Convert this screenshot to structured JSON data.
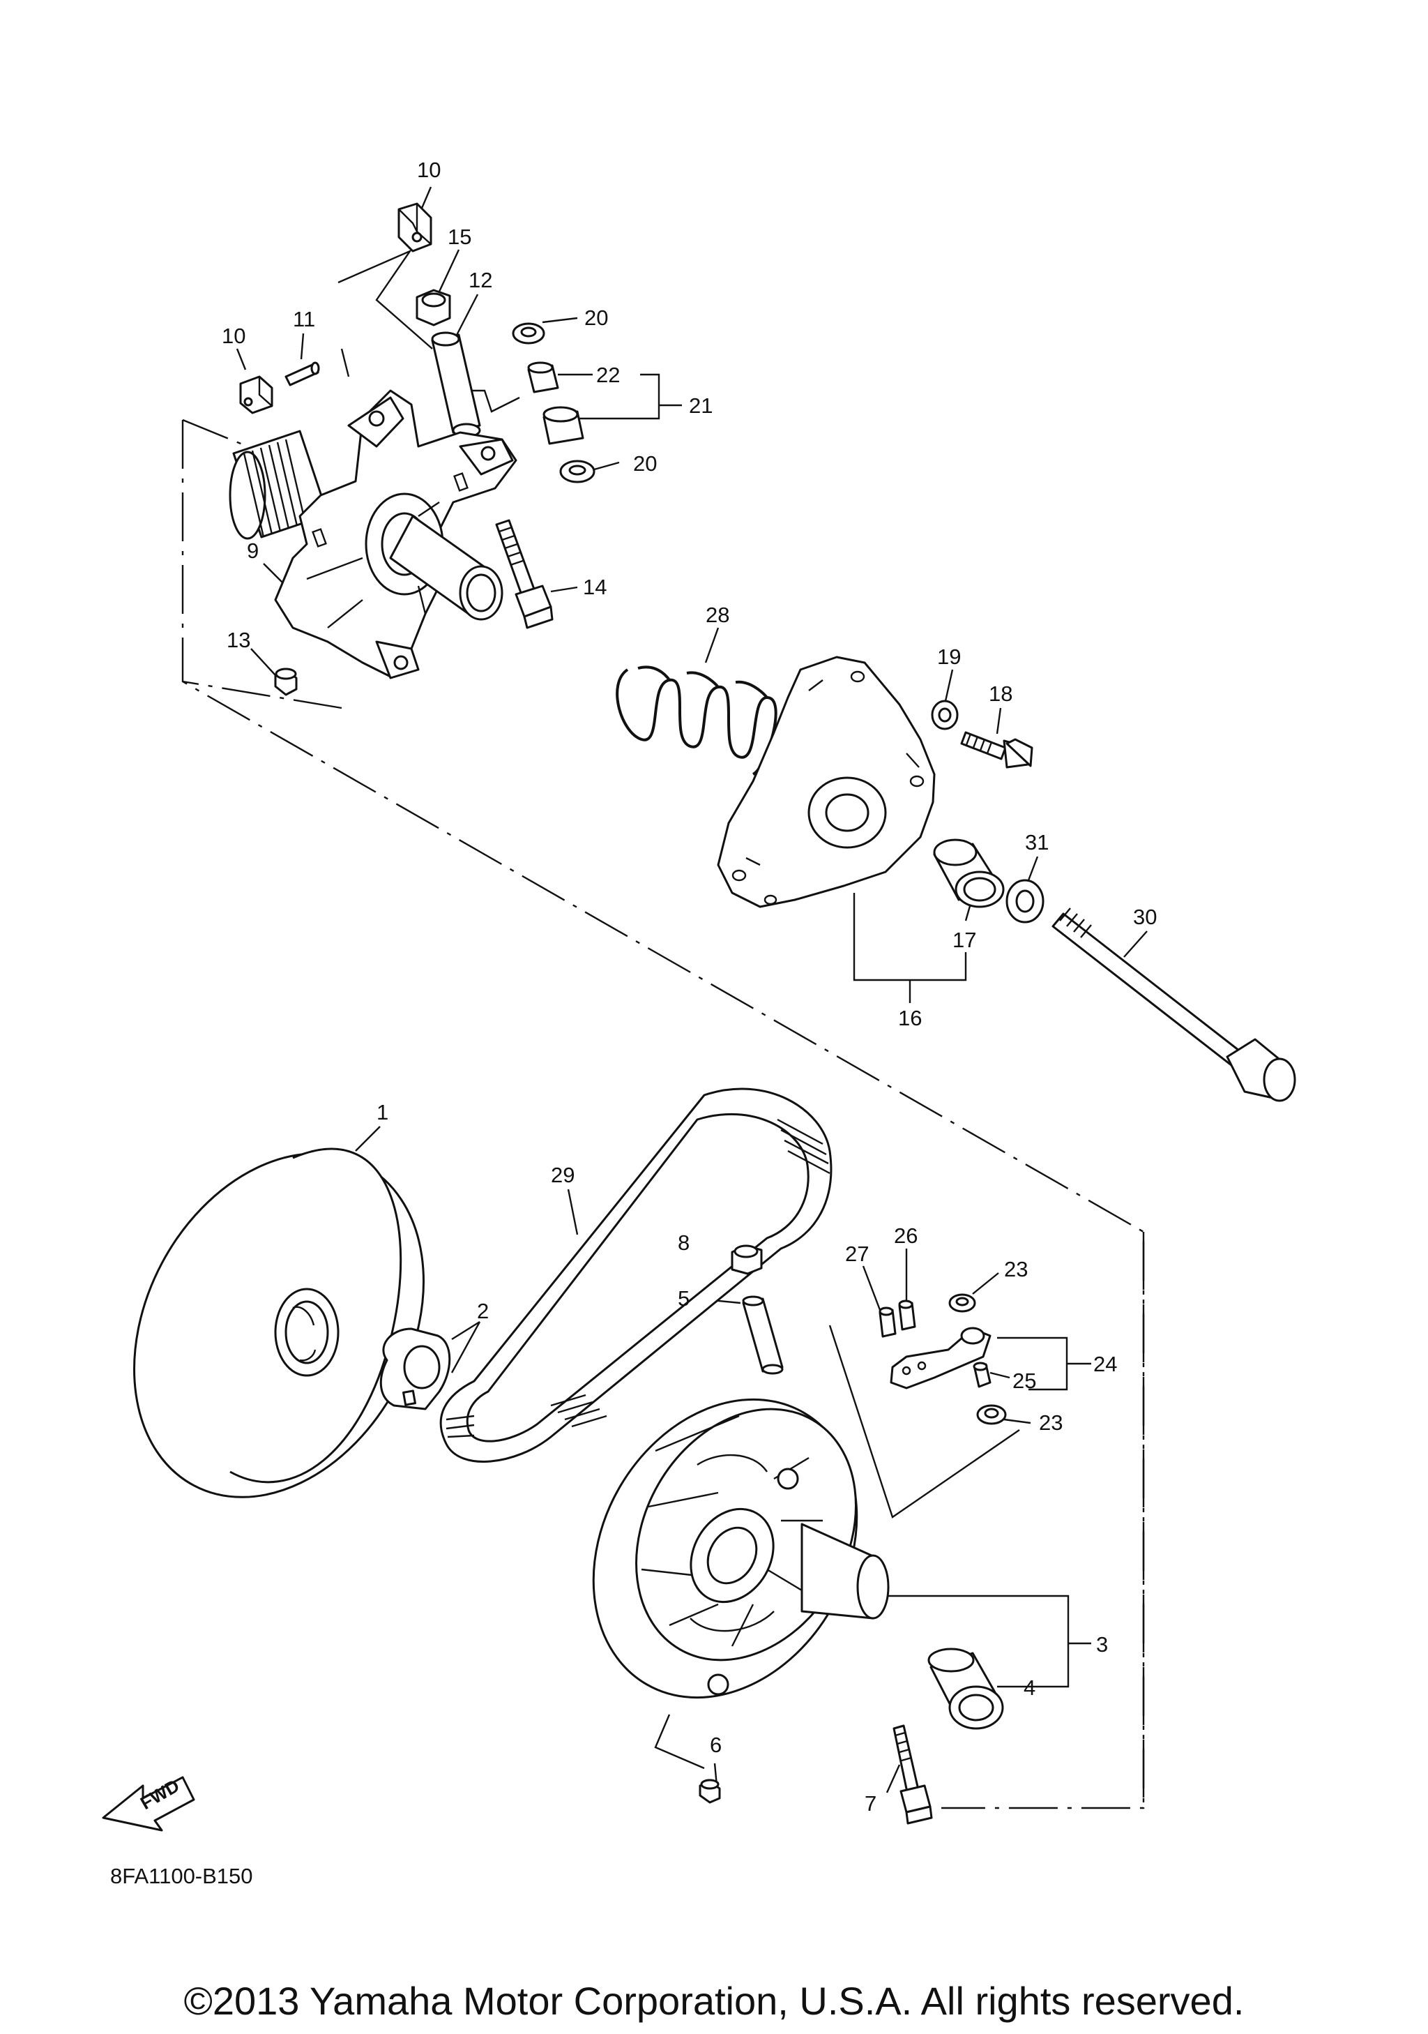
{
  "diagram_code": "8FA1100-B150",
  "copyright": "©2013 Yamaha Motor Corporation, U.S.A. All rights reserved.",
  "fwd_label": "FWD",
  "callouts": [
    "1",
    "2",
    "3",
    "4",
    "5",
    "6",
    "7",
    "8",
    "9",
    "10",
    "10",
    "11",
    "12",
    "13",
    "14",
    "15",
    "16",
    "17",
    "18",
    "19",
    "20",
    "20",
    "21",
    "22",
    "23",
    "23",
    "24",
    "25",
    "26",
    "27",
    "28",
    "29",
    "30",
    "31"
  ]
}
